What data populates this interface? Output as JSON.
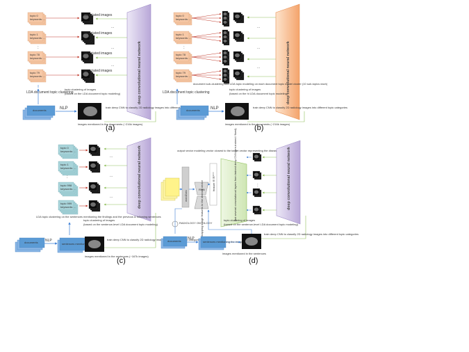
{
  "colors": {
    "topic_a": "#f7c9a7",
    "topic_b": "#f7c9a7",
    "topic_c": "#a9d4da",
    "arrow_red": "#c0392b",
    "arrow_blue": "#3c7fd6",
    "arrow_green": "#8fbf5a",
    "doc_blue": "#5b9bd5"
  },
  "panel_a": {
    "label": "(a)",
    "topics": [
      {
        "name": "topic 0",
        "words": "keywords: ..."
      },
      {
        "name": "topic 1",
        "words": "keywords: ..."
      },
      {
        "name": "topic 78",
        "words": "keywords: ..."
      },
      {
        "name": "topic 79",
        "words": "keywords: ..."
      }
    ],
    "dots": ":",
    "ellipsis": "...",
    "assoc": "associated images",
    "cnn": "deep convolutional neural network",
    "lda": "LDA document topic clustering",
    "doc": "documents",
    "nlp": "NLP",
    "clustering": "topic clustering of images",
    "clustering_sub": "(based on the LDA document topic modeling)",
    "train": "train deep CNN to classify 2D radiology images into different topic categories",
    "images_caption": "images mentioned in the documents (~216k images)"
  },
  "panel_b": {
    "label": "(b)",
    "topics": [
      {
        "name": "topic 0",
        "words": "keywords: ..."
      },
      {
        "name": "topic 1",
        "words": "keywords: ..."
      },
      {
        "name": "topic 78",
        "words": "keywords: ..."
      },
      {
        "name": "topic 79",
        "words": "keywords: ..."
      }
    ],
    "dots": ":",
    "ellipsis": "...",
    "cnn": "deep convolutional neural network",
    "lda": "LDA document topic clustering",
    "doc": "documents",
    "nlp": "NLP",
    "sub_clustering": "document sub-clustering with LDA topic modeling on each document topic model cluster (10 sub-topics each)",
    "clustering": "topic clustering of images",
    "clustering_sub": "(based on the hi LDA document topic modeling)",
    "train": "train deep CNN to classify 2D radiology images into different topic categories",
    "images_caption": "images mentioned in the documents (~216k images)"
  },
  "panel_c": {
    "label": "(c)",
    "topics": [
      {
        "name": "topic 0",
        "words": "keywords: ..."
      },
      {
        "name": "topic 1",
        "words": "keywords: ..."
      },
      {
        "name": "topic 998",
        "words": "keywords: ..."
      },
      {
        "name": "topic 999",
        "words": "keywords: ..."
      }
    ],
    "dots": ":",
    "ellipsis": "...",
    "cnn": "deep convolutional neural network",
    "lda": "LDA topic clustering on the sentences mentioning the findings and the previous & following sentences",
    "doc": "documents",
    "nlp": "NLP",
    "sentences": "sentences mentioning the images",
    "clustering": "topic clustering of images",
    "clustering_sub": "(based on the sentence-level LDA document topic modeling)",
    "train": "train deep CNN to classify 2D radiology images into different topic categories",
    "images_caption": "images mentioned in the sentences (~167k images)"
  },
  "panel_d": {
    "label": "(d)",
    "output": "output vector modeling vector closest to the target vector representing the disease in the image",
    "feature_vec": "feature ∈ ℝ¹⁰⁰⁰",
    "onto": "RADIOLOGY ONTOLOGY",
    "word2vec": "word2vec",
    "rnn": "RNN",
    "mapping": "mapping image features to the disease vector",
    "cnn_layers": "last several convolutional layers from trained deep CNN (pre-trained / fixed)",
    "dots": ":",
    "cnn": "deep convolutional neural network",
    "doc": "documents",
    "nlp": "NLP",
    "sentences": "sentences mentioning the images",
    "clustering": "topic clustering of images",
    "clustering_sub": "(based on the sentence-level LDA document topic modeling)",
    "train": "train deep CNN to classify 2D radiology images into different topic categories",
    "images_caption": "images mentioned in the sentences"
  }
}
